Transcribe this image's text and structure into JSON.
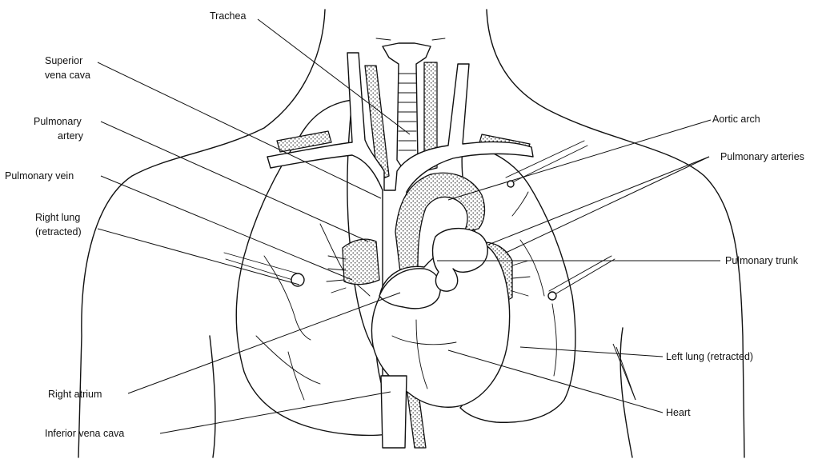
{
  "labels": {
    "trachea": "Trachea",
    "superior_vena_cava_1": "Superior",
    "superior_vena_cava_2": "vena cava",
    "pulmonary_artery_1": "Pulmonary",
    "pulmonary_artery_2": "artery",
    "pulmonary_vein": "Pulmonary vein",
    "right_lung_1": "Right lung",
    "right_lung_2": "(retracted)",
    "right_atrium": "Right atrium",
    "inferior_vena_cava": "Inferior vena cava",
    "aortic_arch": "Aortic arch",
    "pulmonary_arteries": "Pulmonary arteries",
    "pulmonary_trunk": "Pulmonary trunk",
    "left_lung": "Left lung (retracted)",
    "heart": "Heart"
  }
}
